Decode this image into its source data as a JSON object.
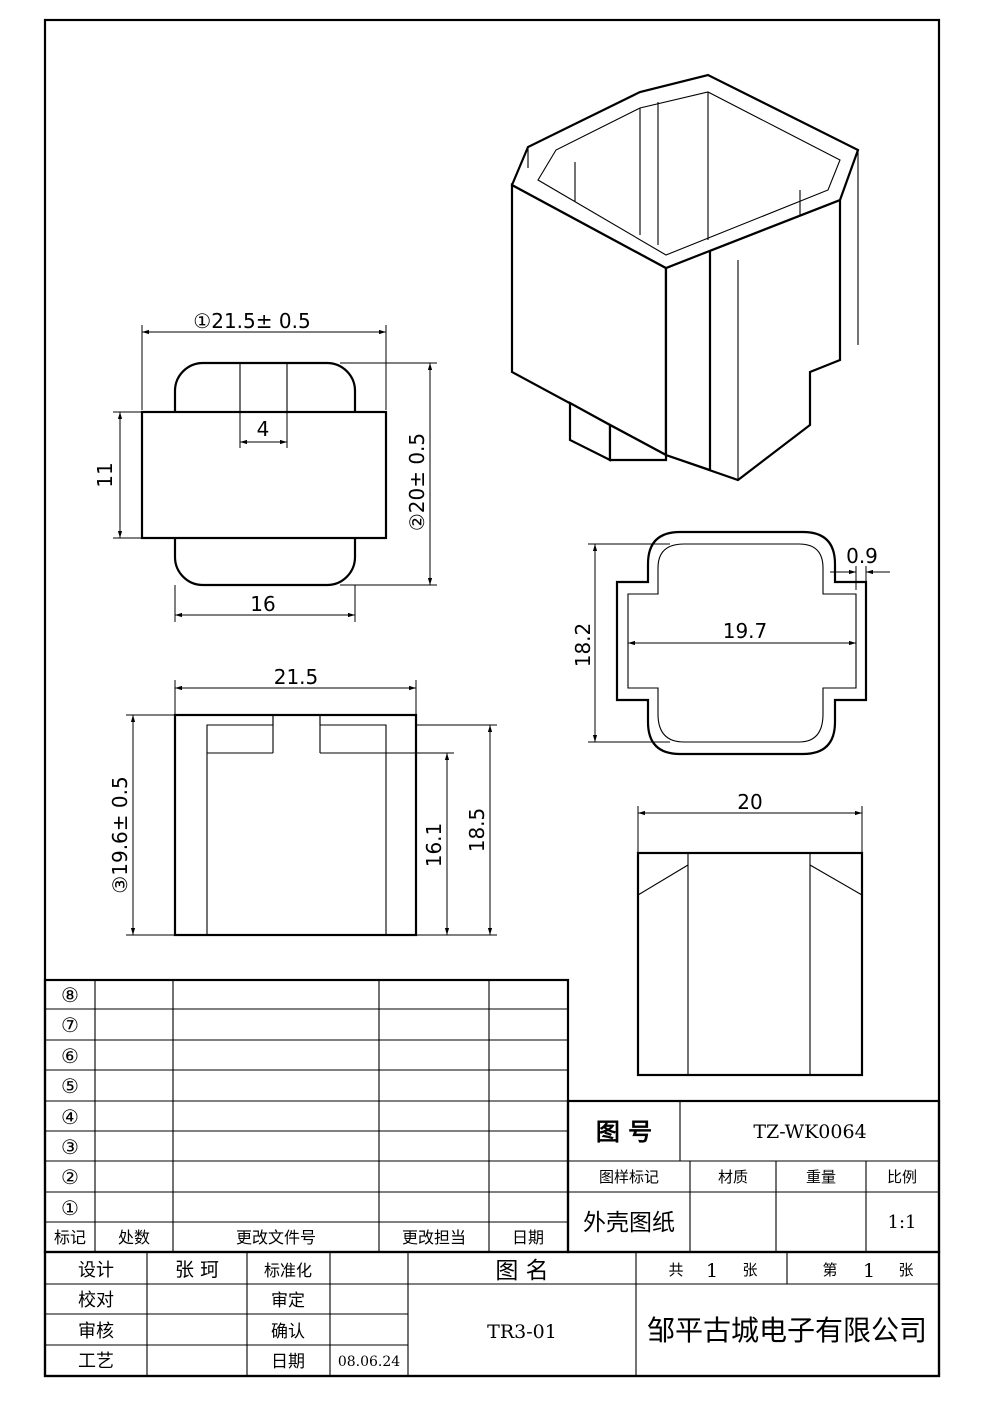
{
  "dimensions": {
    "top_width": "①21.5± 0.5",
    "top_height": "②20± 0.5",
    "top_11": "11",
    "top_4": "4",
    "top_16": "16",
    "front_width": "21.5",
    "front_height": "③19.6± 0.5",
    "front_16_1": "16.1",
    "front_18_5": "18.5",
    "section_width": "19.7",
    "section_height": "18.2",
    "section_wall": "0.9",
    "side_width": "20"
  },
  "revision_table": {
    "markers": [
      "⑧",
      "⑦",
      "⑥",
      "⑤",
      "④",
      "③",
      "②",
      "①"
    ],
    "headers": {
      "mark": "标记",
      "count": "处数",
      "doc": "更改文件号",
      "person": "更改担当",
      "date": "日期"
    }
  },
  "title_block": {
    "drawing_no_label": "图 号",
    "drawing_no": "TZ-WK0064",
    "sample_mark_label": "图样标记",
    "material_label": "材质",
    "weight_label": "重量",
    "scale_label": "比例",
    "sample_mark": "外壳图纸",
    "scale": "1:1",
    "design_label": "设计",
    "designer": "张 珂",
    "standard_label": "标准化",
    "check_label": "校对",
    "approve_label": "审定",
    "review_label": "审核",
    "confirm_label": "确认",
    "process_label": "工艺",
    "date_label": "日期",
    "date": "08.06.24",
    "drawing_name_label": "图 名",
    "drawing_name": "TR3-01",
    "total_label": "共",
    "total": "1",
    "sheet_unit": "张",
    "page_label": "第",
    "page": "1",
    "page_unit": "张",
    "company": "邹平古城电子有限公司"
  }
}
